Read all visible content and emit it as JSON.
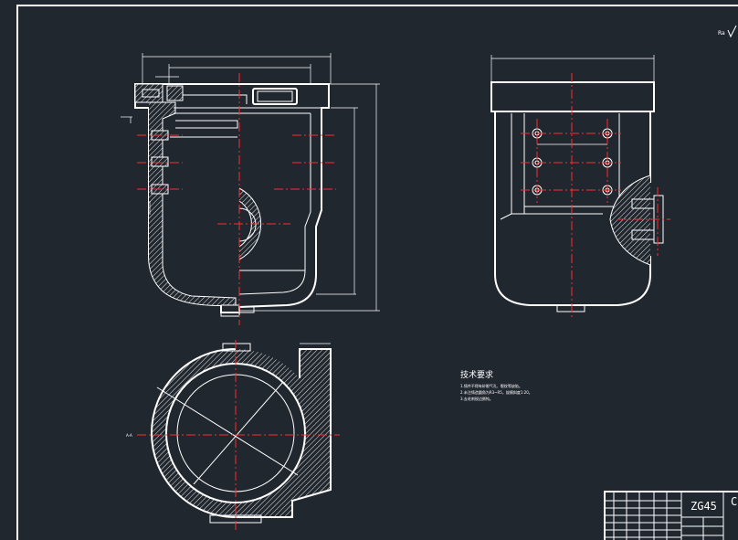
{
  "drawing": {
    "roughness": "Ra",
    "section_label": "A-A",
    "notes": {
      "title": "技术要求",
      "lines": [
        "1.铸件不得有砂眼气孔、裂纹等缺陷。",
        "2.未注铸造圆角为R3~R5，拔模斜度1:20。",
        "3.去毛刺锐边倒钝。"
      ]
    },
    "title_block": {
      "material": "ZG45",
      "sheet_code": "C"
    },
    "colors": {
      "background": "#21272f",
      "lines": "#ffffff",
      "centerlines": "#ff2b2b"
    }
  }
}
